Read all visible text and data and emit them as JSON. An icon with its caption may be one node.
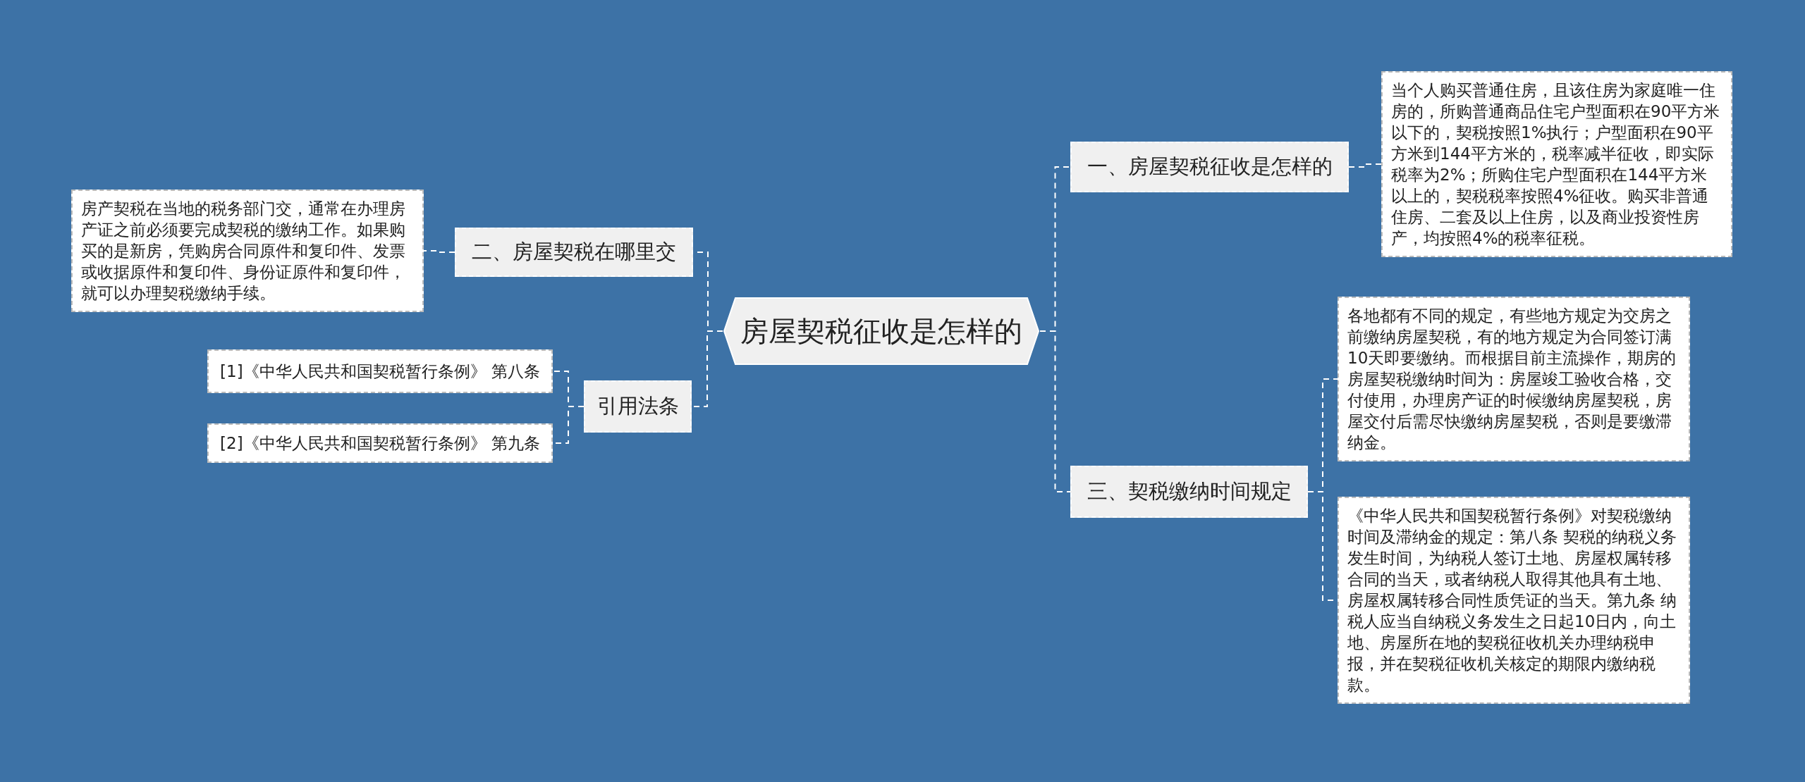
{
  "diagram": {
    "nodes": [
      {
        "text": [
          "房屋契税征收是怎样的"
        ]
      },
      {
        "text": [
          "一、房屋契税征收是怎样的"
        ]
      },
      {
        "text": [
          "当个人购买普通住房，且该住房为家庭唯一住房的，所购普通商品住宅户型面积在90平方米以下的，契税按照1%执行；户型面积在90平方米到144平方米的，税率减半征收，即实际税率为2%；所购住宅户型面积在144平方米以上的，契税税率按照4%征收。购买非普通住房、二套及以上住房，以及商业投资性房产，均按照4%的税率征税。"
        ]
      },
      {
        "text": [
          "二、房屋契税在哪里交"
        ]
      },
      {
        "text": [
          "房产契税在当地的税务部门交，通常在办理房产证之前必须要完成契税的缴纳工作。如果购买的是新房，凭购房合同原件和复印件、发票或收据原件和复印件、身份证原件和复印件，就可以办理契税缴纳手续。"
        ]
      },
      {
        "text": [
          "引用法条"
        ]
      },
      {
        "text": [
          "[1]《中华人民共和国契税暂行条例》 第八条"
        ]
      },
      {
        "text": [
          "[2]《中华人民共和国契税暂行条例》 第九条"
        ]
      },
      {
        "text": [
          "三、契税缴纳时间规定"
        ]
      },
      {
        "text": [
          "各地都有不同的规定，有些地方规定为交房之前缴纳房屋契税，有的地方规定为合同签订满 10天即要缴纳。而根据目前主流操作，期房的房屋契税缴纳时间为：房屋竣工验收合格，交付使用，办理房产证的时候缴纳房屋契税，房屋交付后需尽快缴纳房屋契税，否则是要缴滞纳金。"
        ]
      },
      {
        "text": [
          "《中华人民共和国契税暂行条例》对契税缴纳时间及滞纳金的规定：第八条 契税的纳税义务发生时间，为纳税人签订土地、房屋权属转移合同的当天，或者纳税人取得其他具有土地、房屋权属转移合同性质凭证的当天。第九条 纳税人应当自纳税义务发生之日起10日内，向土地、房屋所在地的契税征收机关办理纳税申报，并在契税征收机关核定的期限内缴纳税款。"
        ]
      }
    ],
    "edges": [
      {
        "from": 0,
        "to": 1,
        "arrow": "none",
        "style": "dashed"
      },
      {
        "from": 1,
        "to": 2,
        "arrow": "none",
        "style": "dashed"
      },
      {
        "from": 0,
        "to": 3,
        "arrow": "none",
        "style": "dashed"
      },
      {
        "from": 3,
        "to": 4,
        "arrow": "none",
        "style": "dashed"
      },
      {
        "from": 0,
        "to": 5,
        "arrow": "none",
        "style": "dashed"
      },
      {
        "from": 5,
        "to": 6,
        "arrow": "none",
        "style": "dashed"
      },
      {
        "from": 5,
        "to": 7,
        "arrow": "none",
        "style": "dashed"
      },
      {
        "from": 0,
        "to": 8,
        "arrow": "none",
        "style": "dashed"
      },
      {
        "from": 8,
        "to": 9,
        "arrow": "none",
        "style": "dashed"
      },
      {
        "from": 8,
        "to": 10,
        "arrow": "none",
        "style": "dashed"
      }
    ]
  }
}
